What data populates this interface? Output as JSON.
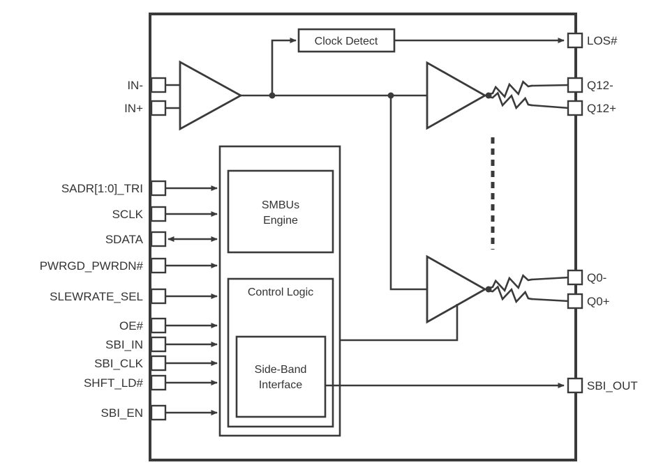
{
  "blocks": {
    "clock_detect": "Clock Detect",
    "smbus_engine": [
      "SMBUs",
      "Engine"
    ],
    "control_logic": "Control Logic",
    "sideband_interface": [
      "Side-Band",
      "Interface"
    ]
  },
  "pins": {
    "left": [
      {
        "name": "IN-"
      },
      {
        "name": "IN+"
      },
      {
        "name": "SADR[1:0]_TRI"
      },
      {
        "name": "SCLK"
      },
      {
        "name": "SDATA"
      },
      {
        "name": "PWRGD_PWRDN#"
      },
      {
        "name": "SLEWRATE_SEL"
      },
      {
        "name": "OE#"
      },
      {
        "name": "SBI_IN"
      },
      {
        "name": "SBI_CLK"
      },
      {
        "name": "SHFT_LD#"
      },
      {
        "name": "SBI_EN"
      }
    ],
    "right": [
      {
        "name": "LOS#"
      },
      {
        "name": "Q12-"
      },
      {
        "name": "Q12+"
      },
      {
        "name": "Q0-"
      },
      {
        "name": "Q0+"
      },
      {
        "name": "SBI_OUT"
      }
    ]
  },
  "colors": {
    "line": "#3a3a3a",
    "text": "#333333",
    "background": "#ffffff"
  }
}
